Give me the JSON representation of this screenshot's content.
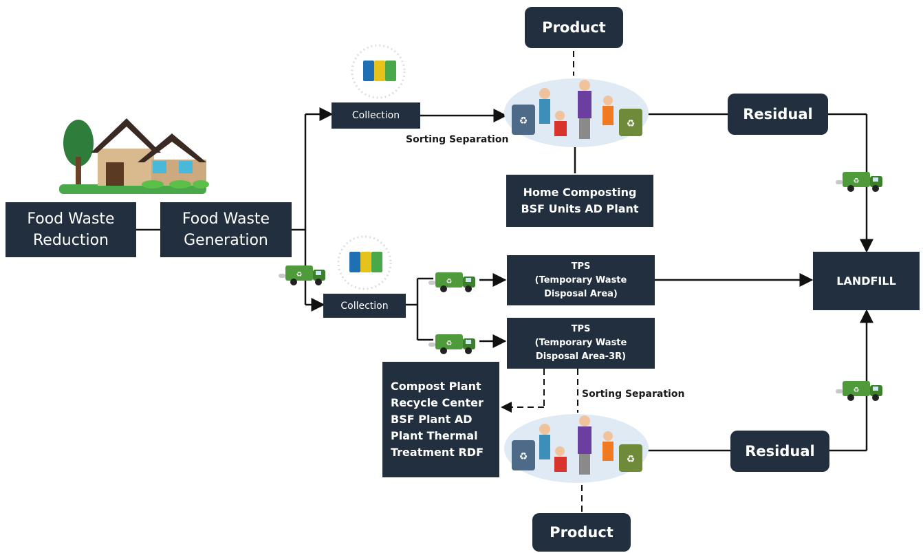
{
  "diagram": {
    "food_waste_reduction": "Food Waste Reduction",
    "food_waste_generation": "Food Waste Generation",
    "collection_top": "Collection",
    "collection_bottom": "Collection",
    "sorting_separation_top": "Sorting Separation",
    "sorting_separation_bottom": "Sorting Separation",
    "product_top": "Product",
    "product_bottom": "Product",
    "home_composting": "Home Composting BSF Units AD Plant",
    "residual_top": "Residual",
    "residual_bottom": "Residual",
    "landfill": "LANDFILL",
    "tps1": {
      "line1": "TPS",
      "line2": "(Temporary Waste",
      "line3": "Disposal Area)"
    },
    "tps2": {
      "line1": "TPS",
      "line2": "(Temporary Waste",
      "line3": "Disposal Area-3R)"
    },
    "treatment_list": "Compost Plant Recycle Center BSF Plant AD Plant Thermal Treatment RDF"
  },
  "colors": {
    "box": "#222f3e",
    "truck": "#4f9a3a",
    "bin_blue": "#1f6fb5",
    "bin_yellow": "#e6c21a",
    "bin_green": "#49a84a",
    "house_wall": "#d9b98e",
    "roof": "#3b2a24",
    "tree": "#2f7d3a"
  },
  "icons": [
    "house-icon",
    "truck-icon",
    "recycle-bins-icon",
    "people-sorting-icon"
  ]
}
